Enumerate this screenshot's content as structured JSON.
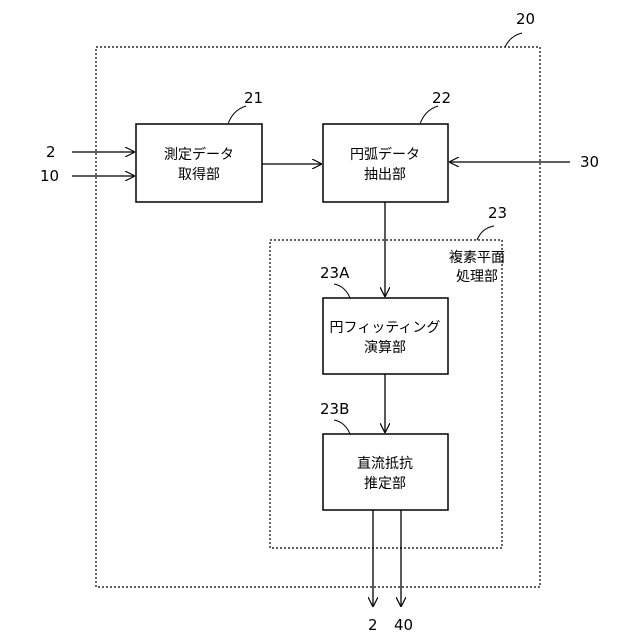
{
  "diagram": {
    "outer_block": {
      "ref": "20"
    },
    "inner_block": {
      "ref": "23",
      "label_lines": [
        "複素平面",
        "処理部"
      ]
    },
    "blocks": [
      {
        "id": "b21",
        "ref": "21",
        "lines": [
          "測定データ",
          "取得部"
        ]
      },
      {
        "id": "b22",
        "ref": "22",
        "lines": [
          "円弧データ",
          "抽出部"
        ]
      },
      {
        "id": "b23A",
        "ref": "23A",
        "lines": [
          "円フィッティング",
          "演算部"
        ]
      },
      {
        "id": "b23B",
        "ref": "23B",
        "lines": [
          "直流抵抗",
          "推定部"
        ]
      }
    ],
    "inputs": {
      "in_2": "2",
      "in_10": "10",
      "in_30": "30"
    },
    "outputs": {
      "out_2": "2",
      "out_40": "40"
    }
  }
}
